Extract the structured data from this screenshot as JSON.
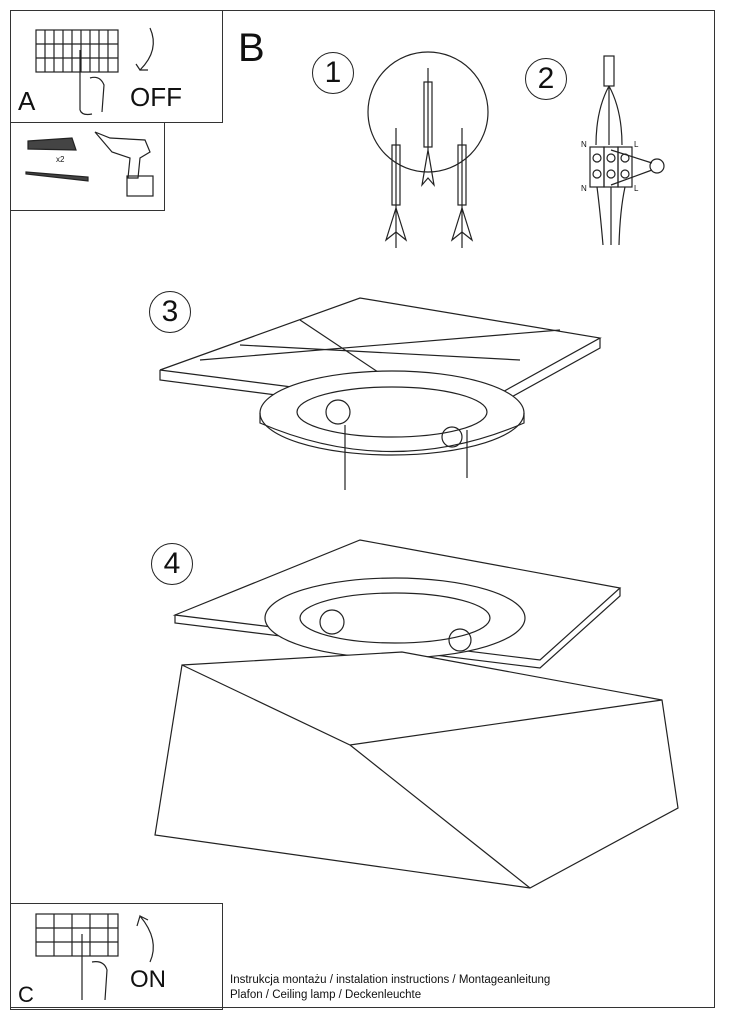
{
  "panel_a": {
    "letter": "A",
    "action": "OFF"
  },
  "tools": {
    "quantity": "x2"
  },
  "panel_b": {
    "letter": "B",
    "steps": [
      "1",
      "2",
      "3",
      "4"
    ]
  },
  "wiring": {
    "top_left": "N",
    "top_right": "L",
    "bottom_left": "N",
    "bottom_right": "L"
  },
  "panel_c": {
    "letter": "C",
    "action": "ON"
  },
  "caption": {
    "line1": "Instrukcja montażu / instalation instructions / Montageanleitung",
    "line2": "Plafon / Ceiling lamp / Deckenleuchte"
  }
}
